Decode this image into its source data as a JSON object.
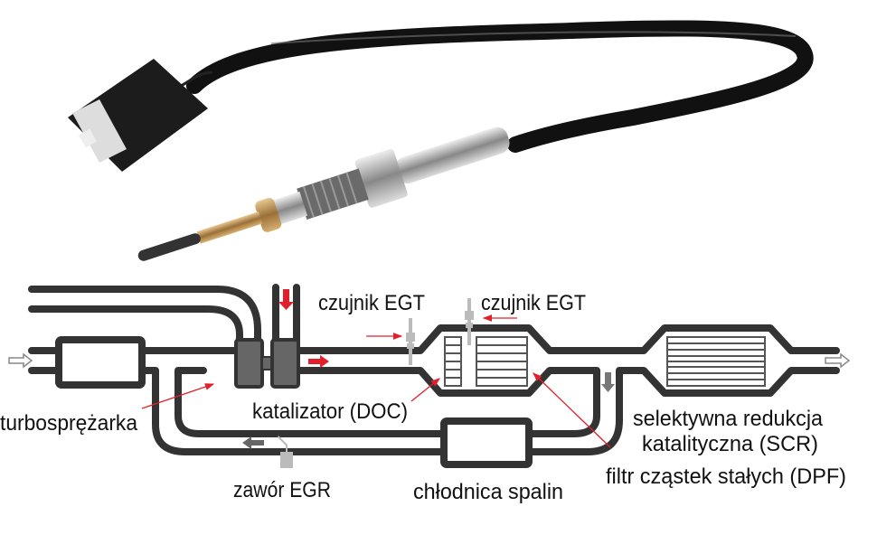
{
  "photo": {
    "subject": "egt-sensor-photo"
  },
  "labels": {
    "egt_sensor_1": "czujnik EGT",
    "egt_sensor_2": "czujnik EGT",
    "turbocharger": "turbosprężarka",
    "doc": "katalizator (DOC)",
    "egr_valve": "zawór EGR",
    "egr_cooler": "chłodnica spalin",
    "scr_line1": "selektywna redukcja",
    "scr_line2": "katalityczna (SCR)",
    "dpf": "filtr cząstek stałych (DPF)"
  },
  "colors": {
    "pipe": "#333333",
    "accent": "#e0202a",
    "component": "#666666",
    "sensor": "#bbbbbb"
  }
}
